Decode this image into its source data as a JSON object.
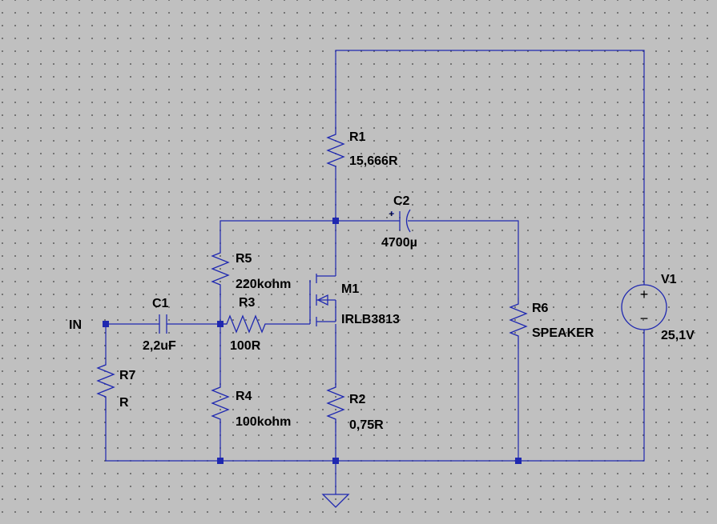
{
  "colors": {
    "background": "#c0c0c0",
    "wire": "#1f28b0",
    "text": "#000000"
  },
  "net_labels": {
    "input": "IN"
  },
  "components": {
    "r1": {
      "name": "R1",
      "value": "15,666R"
    },
    "r2": {
      "name": "R2",
      "value": "0,75R"
    },
    "r3": {
      "name": "R3",
      "value": "100R"
    },
    "r4": {
      "name": "R4",
      "value": "100kohm"
    },
    "r5": {
      "name": "R5",
      "value": "220kohm"
    },
    "r6": {
      "name": "R6",
      "value": "SPEAKER"
    },
    "r7": {
      "name": "R7",
      "value": "R"
    },
    "c1": {
      "name": "C1",
      "value": "2,2uF"
    },
    "c2": {
      "name": "C2",
      "value": "4700µ",
      "polarity": "+"
    },
    "m1": {
      "name": "M1",
      "value": "IRLB3813"
    },
    "v1": {
      "name": "V1",
      "value": "25,1V",
      "plus": "+",
      "minus": "−"
    }
  }
}
